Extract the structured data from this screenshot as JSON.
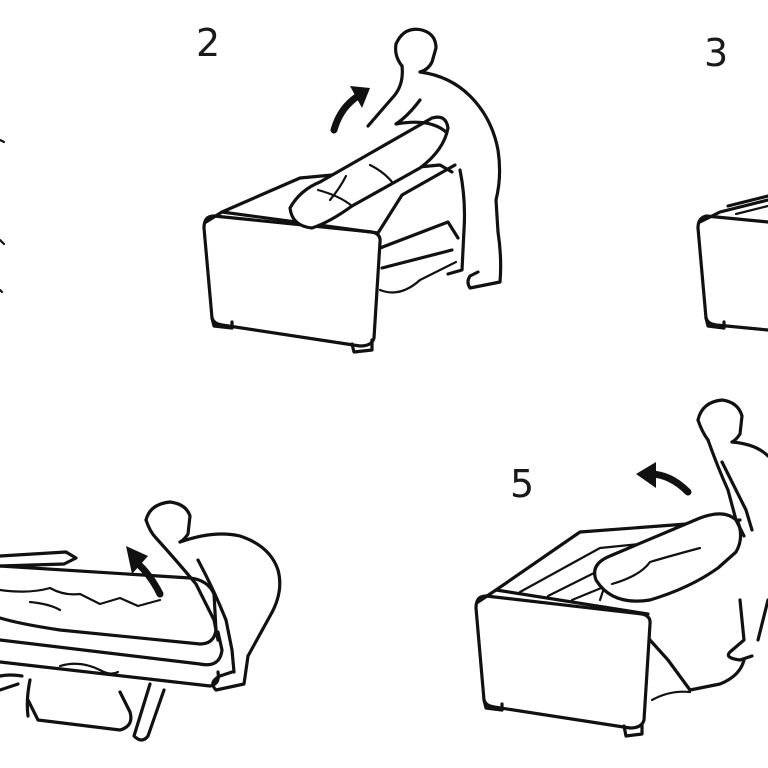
{
  "steps": [
    {
      "number": "2"
    },
    {
      "number": "3"
    },
    {
      "number": "5"
    }
  ],
  "colors": {
    "ink": "#111111",
    "background": "#ffffff"
  },
  "icons": [
    "lift-arrow-icon",
    "pull-arrow-icon"
  ]
}
